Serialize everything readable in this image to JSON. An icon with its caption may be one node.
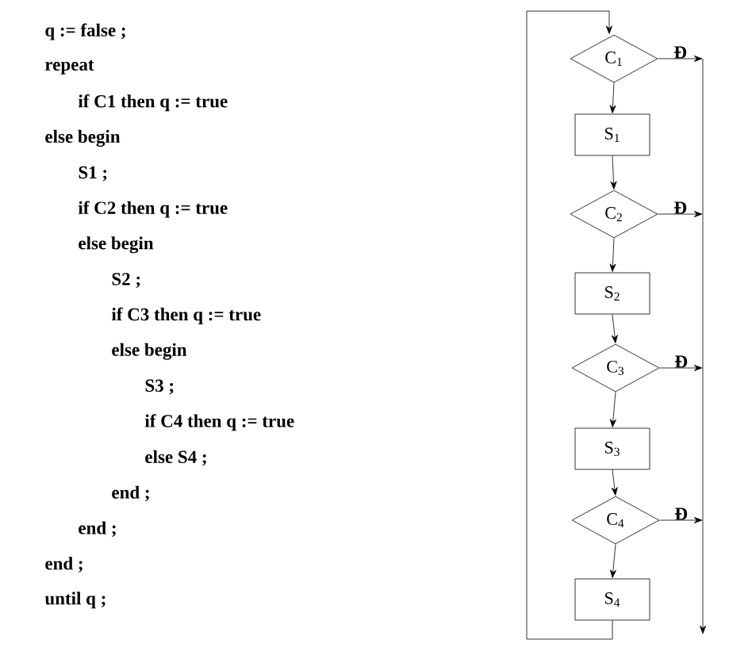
{
  "diagram": {
    "nodes": [
      {
        "text": [
          "C$_{1}$"
        ]
      },
      {
        "text": [
          "S$_{1}$"
        ]
      },
      {
        "text": [
          "C$_{2}$"
        ]
      },
      {
        "text": [
          "S$_{2}$"
        ]
      },
      {
        "text": [
          "C$_{3}$"
        ]
      },
      {
        "text": [
          "S$_{3}$"
        ]
      },
      {
        "text": [
          "C$_{4}$"
        ]
      },
      {
        "text": [
          "S$_{4}$"
        ]
      }
    ],
    "edges": [
      {
        "from": 0,
        "to": 1,
        "arrow": "to"
      },
      {
        "from": 1,
        "to": 2,
        "arrow": "to"
      },
      {
        "from": 2,
        "to": 3,
        "arrow": "to"
      },
      {
        "from": 3,
        "to": 4,
        "arrow": "to"
      },
      {
        "from": 4,
        "to": 5,
        "arrow": "to"
      },
      {
        "from": 5,
        "to": 6,
        "arrow": "to"
      },
      {
        "from": 6,
        "to": 7,
        "arrow": "to"
      },
      {
        "from": 7,
        "to": 0,
        "arrow": "to"
      },
      {
        "from": 0,
        "to": null,
        "arrow": "to",
        "label": "Đ"
      },
      {
        "from": 2,
        "to": null,
        "arrow": "to",
        "label": "Đ"
      },
      {
        "from": 4,
        "to": null,
        "arrow": "to",
        "label": "Đ"
      },
      {
        "from": 6,
        "to": null,
        "arrow": "to",
        "label": "Đ"
      }
    ],
    "labels": [
      "q := false ;",
      "repeat",
      "if C1 then q := true",
      "else begin",
      "S1 ;",
      "if C2 then q := true",
      "else begin",
      "S2 ;",
      "if C3 then q := true",
      "else begin",
      "S3 ;",
      "if C4 then q := true",
      "else S4 ;",
      "end ;",
      "end ;",
      "end ;",
      "until q ;"
    ]
  }
}
